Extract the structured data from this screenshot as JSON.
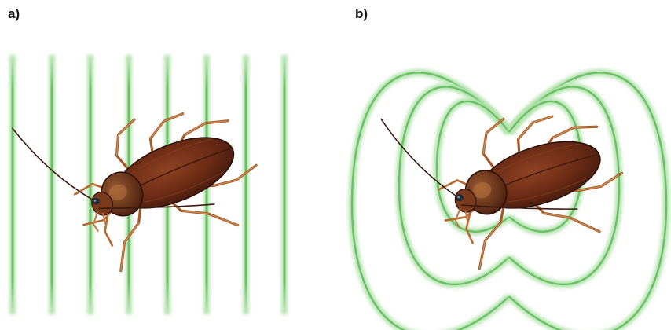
{
  "figure": {
    "panels": [
      {
        "id": "a",
        "label": "a)",
        "field": "uniform-parallel-lines"
      },
      {
        "id": "b",
        "label": "b)",
        "field": "dipole-loops"
      }
    ],
    "colors": {
      "field_line": "#5fbd5a",
      "field_glow": "#b6e3b0",
      "body_dark": "#3b170c",
      "body_mid": "#6b2b15",
      "body_light": "#8e4323",
      "leg": "#a35a2a",
      "leg_light": "#d49257",
      "antenna": "#3a1a10",
      "eye": "#1d2b3a"
    },
    "icons": [
      "cockroach-icon"
    ]
  }
}
